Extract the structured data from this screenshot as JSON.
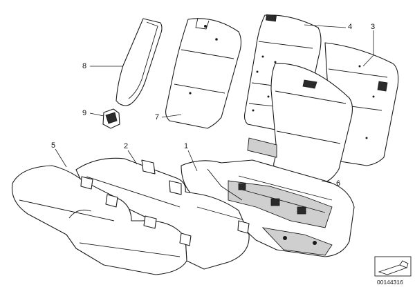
{
  "diagram": {
    "callouts": [
      "1",
      "2",
      "3",
      "4",
      "5",
      "6",
      "7",
      "8",
      "9"
    ],
    "document_number": "00144316"
  }
}
